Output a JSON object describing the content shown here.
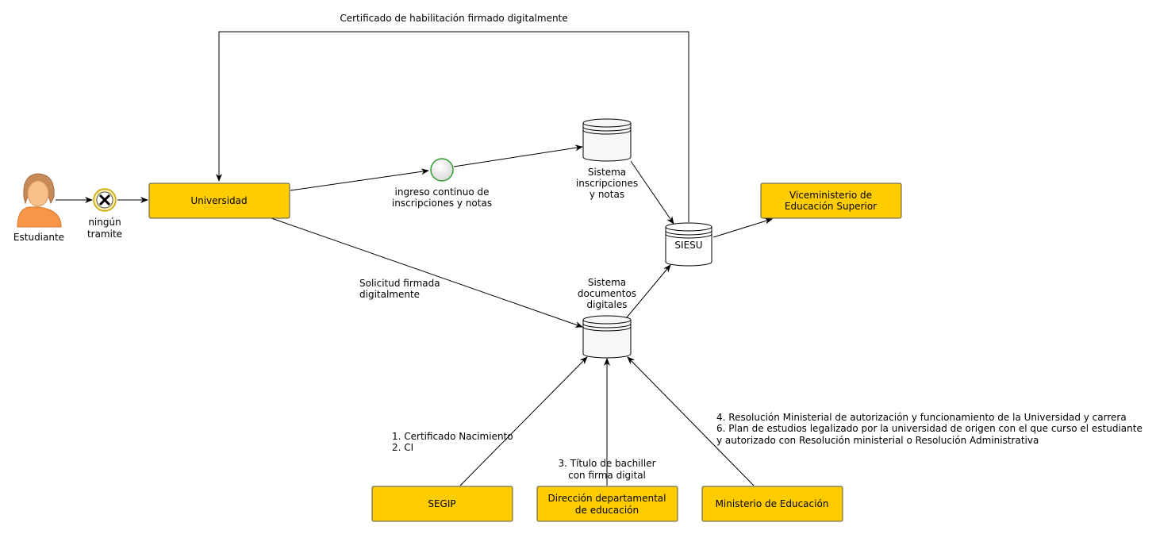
{
  "colors": {
    "box_fill": "#ffcc00",
    "box_stroke": "#555555",
    "event_stroke": "#2e9e2e",
    "gateway_fill": "#f4e9a0",
    "person_skin": "#f7c08a",
    "person_hair": "#c98a5a",
    "person_body": "#f79646"
  },
  "icons": {
    "person": "person-icon",
    "gateway": "exclusive-gateway-icon",
    "event": "intermediate-event-icon",
    "database": "database-icon"
  },
  "nodes": {
    "estudiante": "Estudiante",
    "gateway_label": [
      "ningún",
      "tramite"
    ],
    "universidad": "Universidad",
    "event_label": [
      "ingreso continuo de",
      "inscripciones y notas"
    ],
    "db_notas_label": [
      "Sistema",
      "inscripciones",
      "y notas"
    ],
    "siesu": "SIESU",
    "viceministerio": [
      "Viceministerio de",
      "Educación Superior"
    ],
    "db_docs_label": [
      "Sistema",
      "documentos",
      "digitales"
    ],
    "segip": "SEGIP",
    "direccion": [
      "Dirección departamental",
      "de educación"
    ],
    "ministerio": "Ministerio de Educación"
  },
  "edges": {
    "certificado": "Certificado de habilitación firmado digitalmente",
    "solicitud": [
      "Solicitud firmada",
      "digitalmente"
    ],
    "segip_docs": [
      "1. Certificado Nacimiento",
      "2. CI"
    ],
    "direccion_docs": [
      "3. Título de bachiller",
      "con firma digital"
    ],
    "ministerio_docs": [
      "4. Resolución Ministerial de autorización y funcionamiento de la Universidad y carrera",
      "6. Plan de estudios legalizado por la universidad de origen con el que curso el estudiante",
      "y autorizado con Resolución ministerial o Resolución Administrativa"
    ]
  }
}
